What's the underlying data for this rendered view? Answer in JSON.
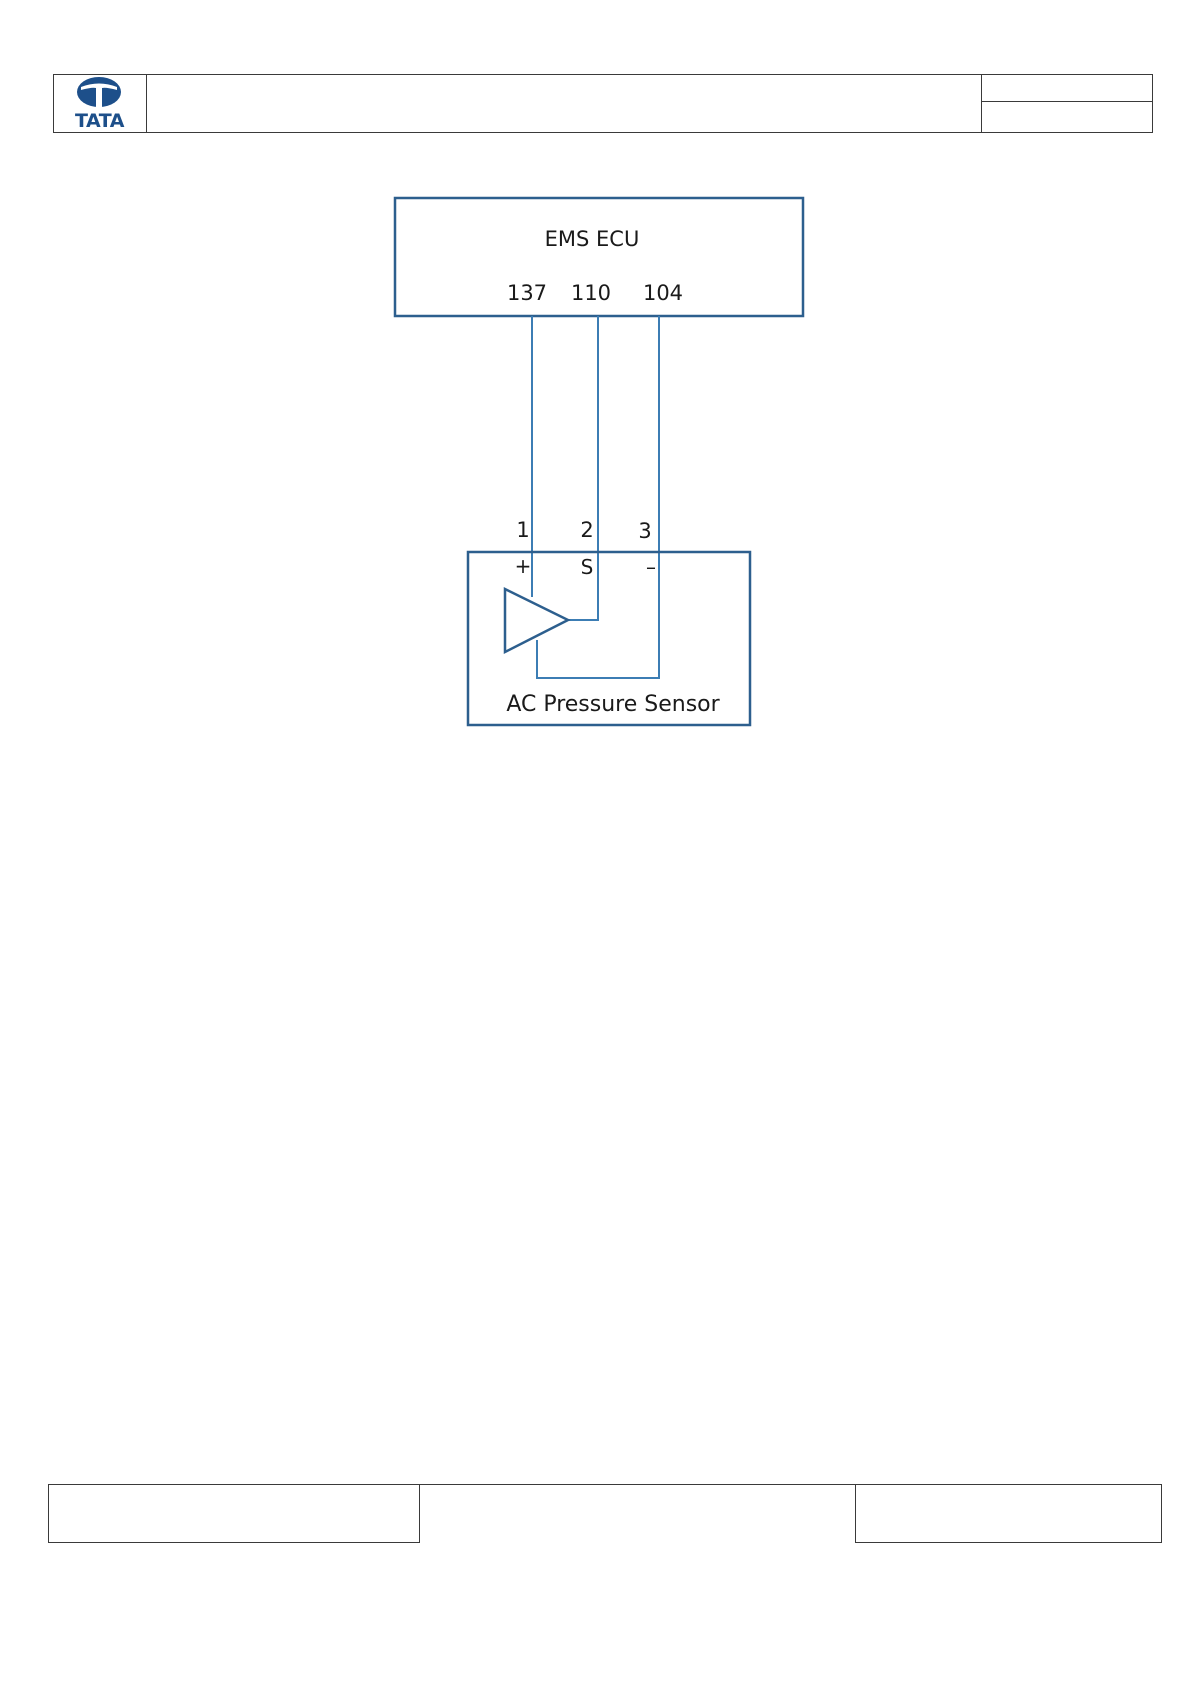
{
  "header": {
    "logo_text": "TATA"
  },
  "diagram": {
    "ecu": {
      "title": "EMS ECU",
      "pins": [
        "137",
        "110",
        "104"
      ]
    },
    "sensor": {
      "title": "AC Pressure Sensor",
      "pin_numbers": [
        "1",
        "2",
        "3"
      ],
      "pin_symbols": [
        "+",
        "S",
        "–"
      ]
    },
    "wire_color": "#3c7db4",
    "box_color": "#2d5f8e"
  }
}
